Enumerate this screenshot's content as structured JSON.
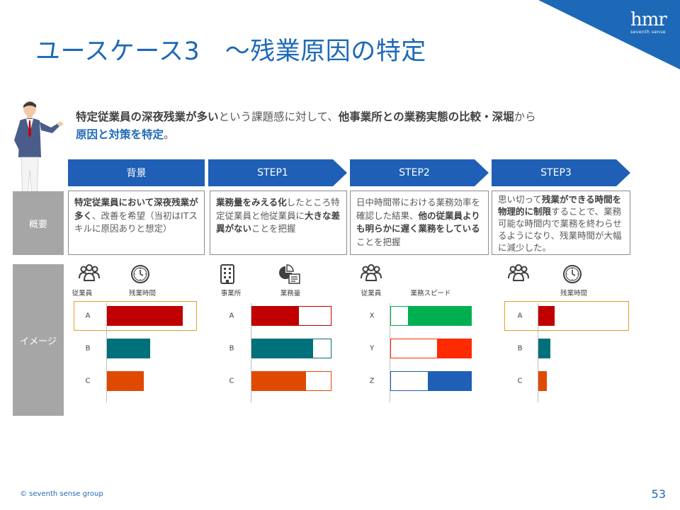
{
  "title": "ユースケース3　～残業原因の特定",
  "logo": {
    "mark": "hmr",
    "subtitle": "seventh sense"
  },
  "lead": {
    "p1": "特定従業員の深夜残業が多い",
    "p2": "という課題感に対して、",
    "p3": "他事業所との業務実態の比較・深堀",
    "p4": "から",
    "p5": "原因と対策を特定",
    "p6": "。"
  },
  "labels": {
    "summary": "概要",
    "image": "イメージ"
  },
  "steps": [
    {
      "label": "背景",
      "desc": [
        {
          "t": "特定従業員において深夜残業が多く",
          "b": true
        },
        {
          "t": "、改善を希望（当初はITスキルに原因ありと想定）",
          "b": false
        }
      ]
    },
    {
      "label": "STEP1",
      "desc": [
        {
          "t": "業務量をみえる化",
          "b": true
        },
        {
          "t": "したところ特定従業員と他従業員に",
          "b": false
        },
        {
          "t": "大きな差異がない",
          "b": true
        },
        {
          "t": "ことを把握",
          "b": false
        }
      ]
    },
    {
      "label": "STEP2",
      "desc": [
        {
          "t": "日中時間帯における業務効率を確認した結果、",
          "b": false
        },
        {
          "t": "他の従業員よりも明らかに遅く業務をしている",
          "b": true
        },
        {
          "t": "ことを把握",
          "b": false
        }
      ]
    },
    {
      "label": "STEP3",
      "desc": [
        {
          "t": "思い切って",
          "b": false
        },
        {
          "t": "残業ができる時間を物理的に制限",
          "b": true
        },
        {
          "t": "することで、業務可能な時間内で業務を終わらせるようになり、残業時間が大幅に減少した。",
          "b": false
        }
      ]
    }
  ],
  "panels": [
    {
      "icons": [
        "people-icon",
        "clock-icon"
      ],
      "captions": [
        "従業員",
        "残業時間"
      ],
      "rows": [
        "A",
        "B",
        "C"
      ],
      "highlight_row": 0
    },
    {
      "icons": [
        "building-icon",
        "document-chart-icon"
      ],
      "captions": [
        "事業所",
        "業務量"
      ],
      "rows": [
        "A",
        "B",
        "C"
      ],
      "highlight_row": null
    },
    {
      "icons": [
        "people-icon"
      ],
      "captions": [
        "従業員",
        "業務スピード"
      ],
      "rows": [
        "X",
        "Y",
        "Z"
      ],
      "highlight_row": null
    },
    {
      "icons": [
        "people-icon",
        "clock-icon"
      ],
      "captions": [
        "残業時間"
      ],
      "rows": [
        "A",
        "B",
        "C"
      ],
      "highlight_row": 0
    }
  ],
  "chart_data": [
    {
      "type": "bar",
      "categories": [
        "A",
        "B",
        "C"
      ],
      "values": [
        0.93,
        0.53,
        0.45
      ],
      "xlim": [
        0,
        1
      ]
    },
    {
      "type": "bar",
      "categories": [
        "A",
        "B",
        "C"
      ],
      "series": [
        {
          "values": [
            0.58,
            0.76,
            0.67
          ]
        },
        {
          "values": [
            0.42,
            0.24,
            0.33
          ]
        }
      ],
      "xlim": [
        0,
        1
      ]
    },
    {
      "type": "bar",
      "categories": [
        "X",
        "Y",
        "Z"
      ],
      "series": [
        {
          "values": [
            0.22,
            0.57,
            0.46
          ]
        },
        {
          "values": [
            0.78,
            0.43,
            0.54
          ]
        }
      ],
      "xlim": [
        0,
        1
      ]
    },
    {
      "type": "bar",
      "categories": [
        "A",
        "B",
        "C"
      ],
      "values": [
        0.2,
        0.15,
        0.1
      ],
      "xlim": [
        0,
        1
      ]
    }
  ],
  "colors": {
    "accent": "#1e69b7",
    "chevron": "#1f5fb5",
    "label_grey": "#a6a6a6",
    "red": "#c00000",
    "teal": "#00707a",
    "orange": "#e04a00",
    "green": "#00b050",
    "bright_red": "#ff2a00",
    "blue": "#1f5fb5",
    "highlight": "#e0a030"
  },
  "footer": {
    "copyright": "© seventh sense group",
    "page": "53"
  }
}
